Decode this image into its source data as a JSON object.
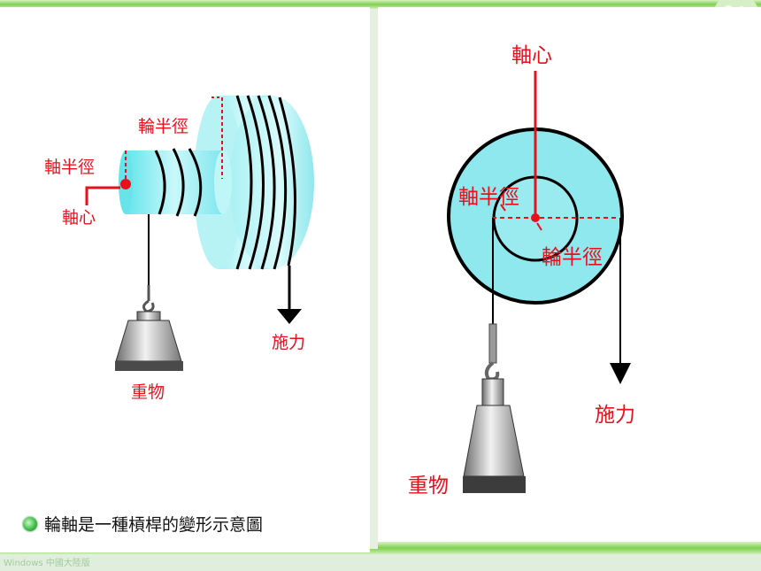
{
  "left_diagram": {
    "wheel_radius_label": "輪半徑",
    "axle_radius_label": "軸半徑",
    "axle_center_label": "軸心",
    "force_label": "施力",
    "weight_label": "重物"
  },
  "right_diagram": {
    "axle_center_label": "軸心",
    "axle_radius_label": "軸半徑",
    "wheel_radius_label": "輪半徑",
    "force_label": "施力",
    "weight_label": "重物"
  },
  "caption": "輪軸是一種槓桿的變形示意圖",
  "footer": "Windows 中國大陸版",
  "colors": {
    "cyan": "#8fe8ee",
    "label_red": "#e8101a",
    "frame_green": "#5fbf3a"
  }
}
